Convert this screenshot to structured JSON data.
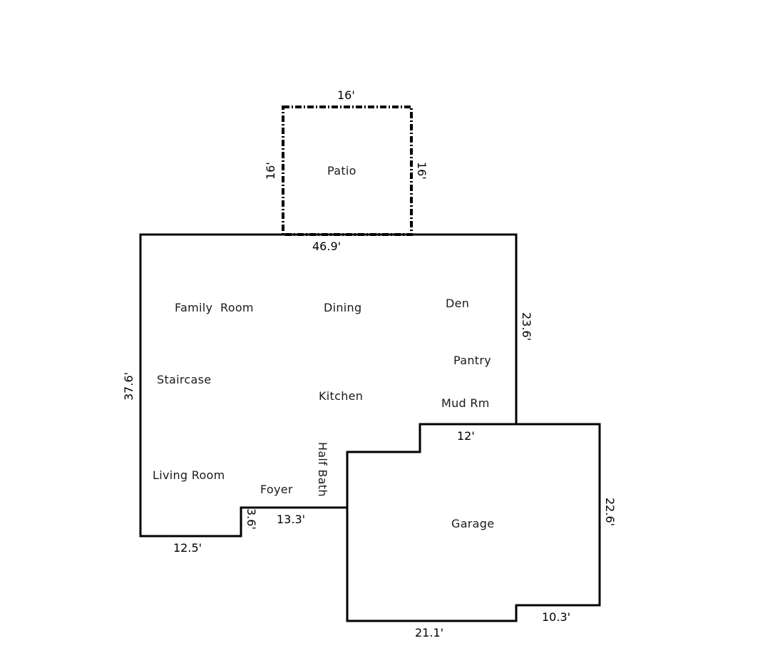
{
  "rooms": {
    "patio": "Patio",
    "family_room": "Family  Room",
    "dining": "Dining",
    "den": "Den",
    "pantry": "Pantry",
    "staircase": "Staircase",
    "kitchen": "Kitchen",
    "mud_room": "Mud Rm",
    "half_bath": "Half Bath",
    "living_room": "Living Room",
    "foyer": "Foyer",
    "garage": "Garage"
  },
  "dimensions": {
    "patio_top": "16'",
    "patio_left": "16'",
    "patio_right": "16'",
    "main_top": "46.9'",
    "main_left": "37.6'",
    "main_right": "23.6'",
    "garage_top": "12'",
    "garage_right": "22.6'",
    "garage_bottom": "21.1'",
    "garage_notch": "10.3'",
    "foyer_wall": "13.3'",
    "foyer_step": "3.6'",
    "living_bottom": "12.5'"
  }
}
